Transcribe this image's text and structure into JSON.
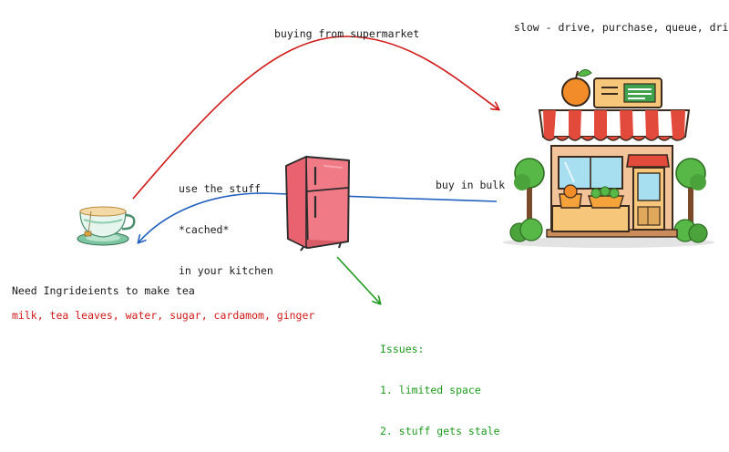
{
  "labels": {
    "supermarket_route": "buying from supermarket",
    "slow_note": "slow - drive, purchase, queue, drive",
    "cache_line1": "use the stuff",
    "cache_line2": "*cached*",
    "cache_line3": "in your kitchen",
    "bulk": "buy in bulk",
    "need_title": "Need Ingrideients to make tea",
    "ingredients": "milk, tea leaves, water, sugar, cardamom, ginger",
    "issues_title": "Issues:",
    "issue_1": "1. limited space",
    "issue_2": "2. stuff gets stale"
  },
  "icons": {
    "teacup": "teacup-icon",
    "fridge": "fridge-icon",
    "store": "supermarket-icon"
  },
  "colors": {
    "red_arrow": "#d11a1a",
    "blue_arrow": "#1f5fbf",
    "green_arrow": "#1f9a1f",
    "fridge": "#f07b86"
  }
}
